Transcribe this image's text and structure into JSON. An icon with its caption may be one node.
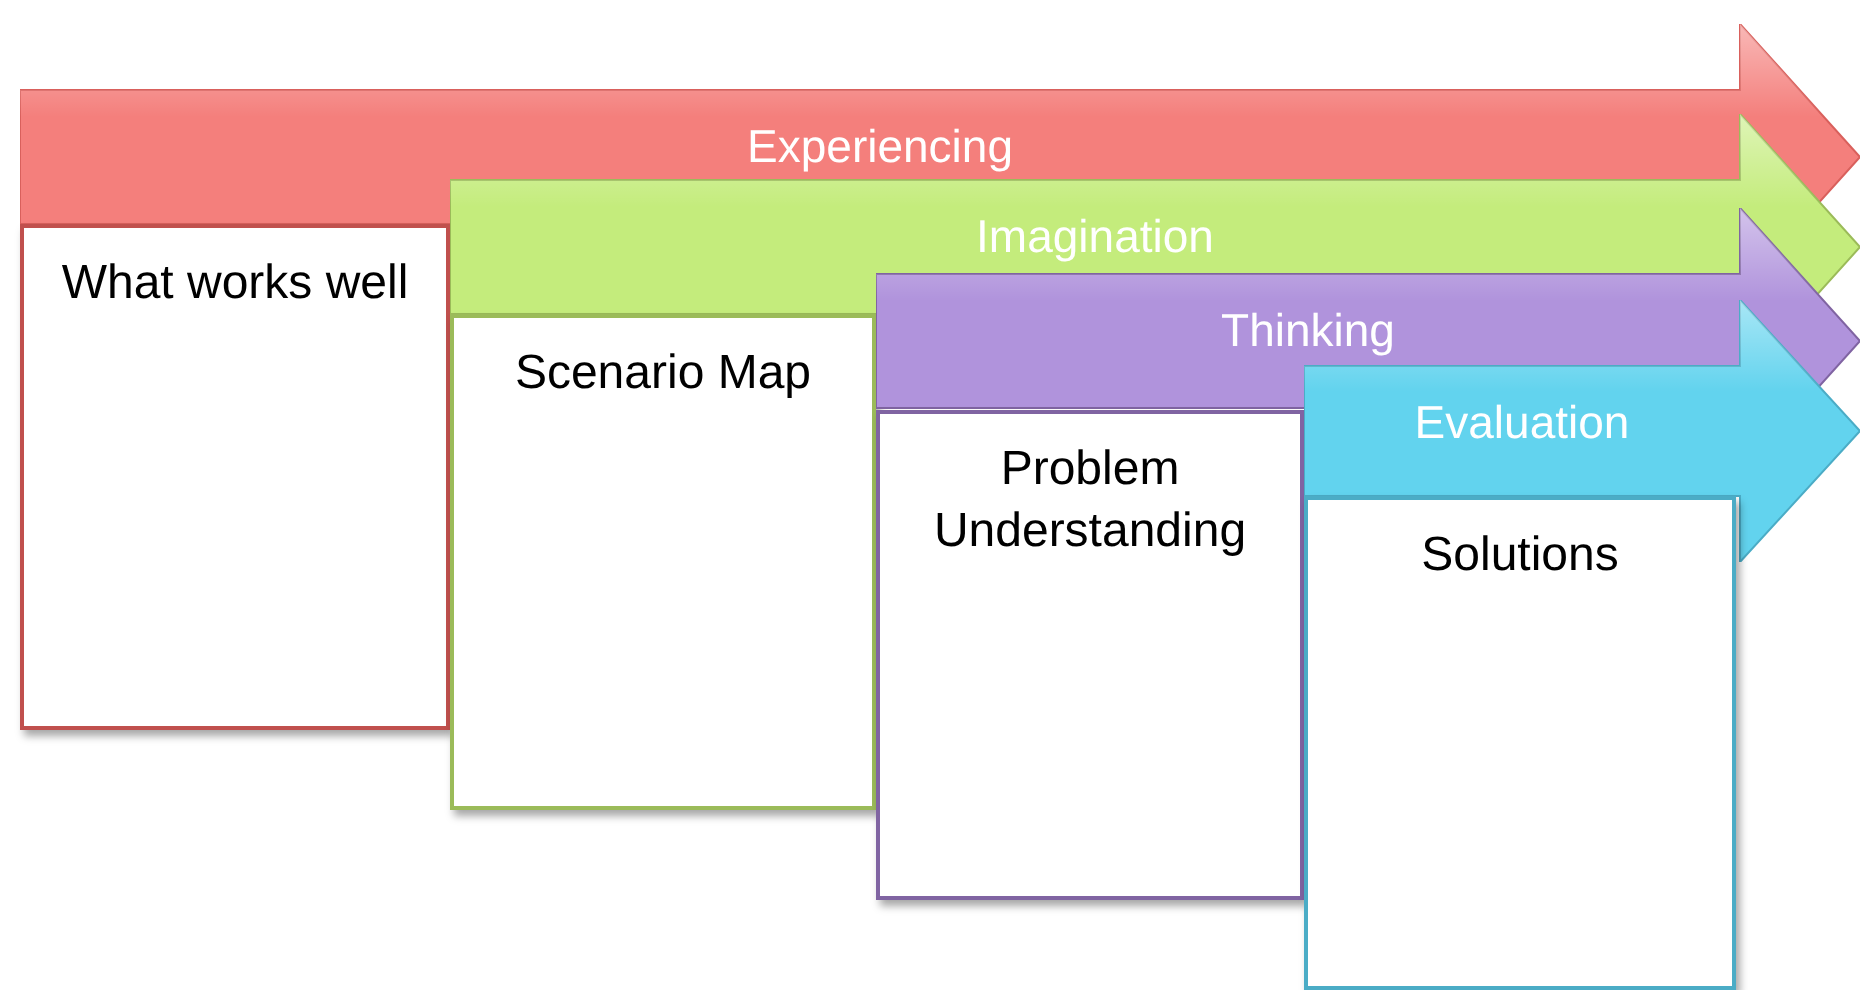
{
  "diagram": {
    "nodes": [
      {
        "text": [
          "Experiencing"
        ]
      },
      {
        "text": [
          "What works well"
        ]
      },
      {
        "text": [
          "Imagination"
        ]
      },
      {
        "text": [
          "Scenario Map"
        ]
      },
      {
        "text": [
          "Thinking"
        ]
      },
      {
        "text": [
          "Problem Understanding"
        ]
      },
      {
        "text": [
          "Evaluation"
        ]
      },
      {
        "text": [
          "Solutions"
        ]
      }
    ]
  }
}
